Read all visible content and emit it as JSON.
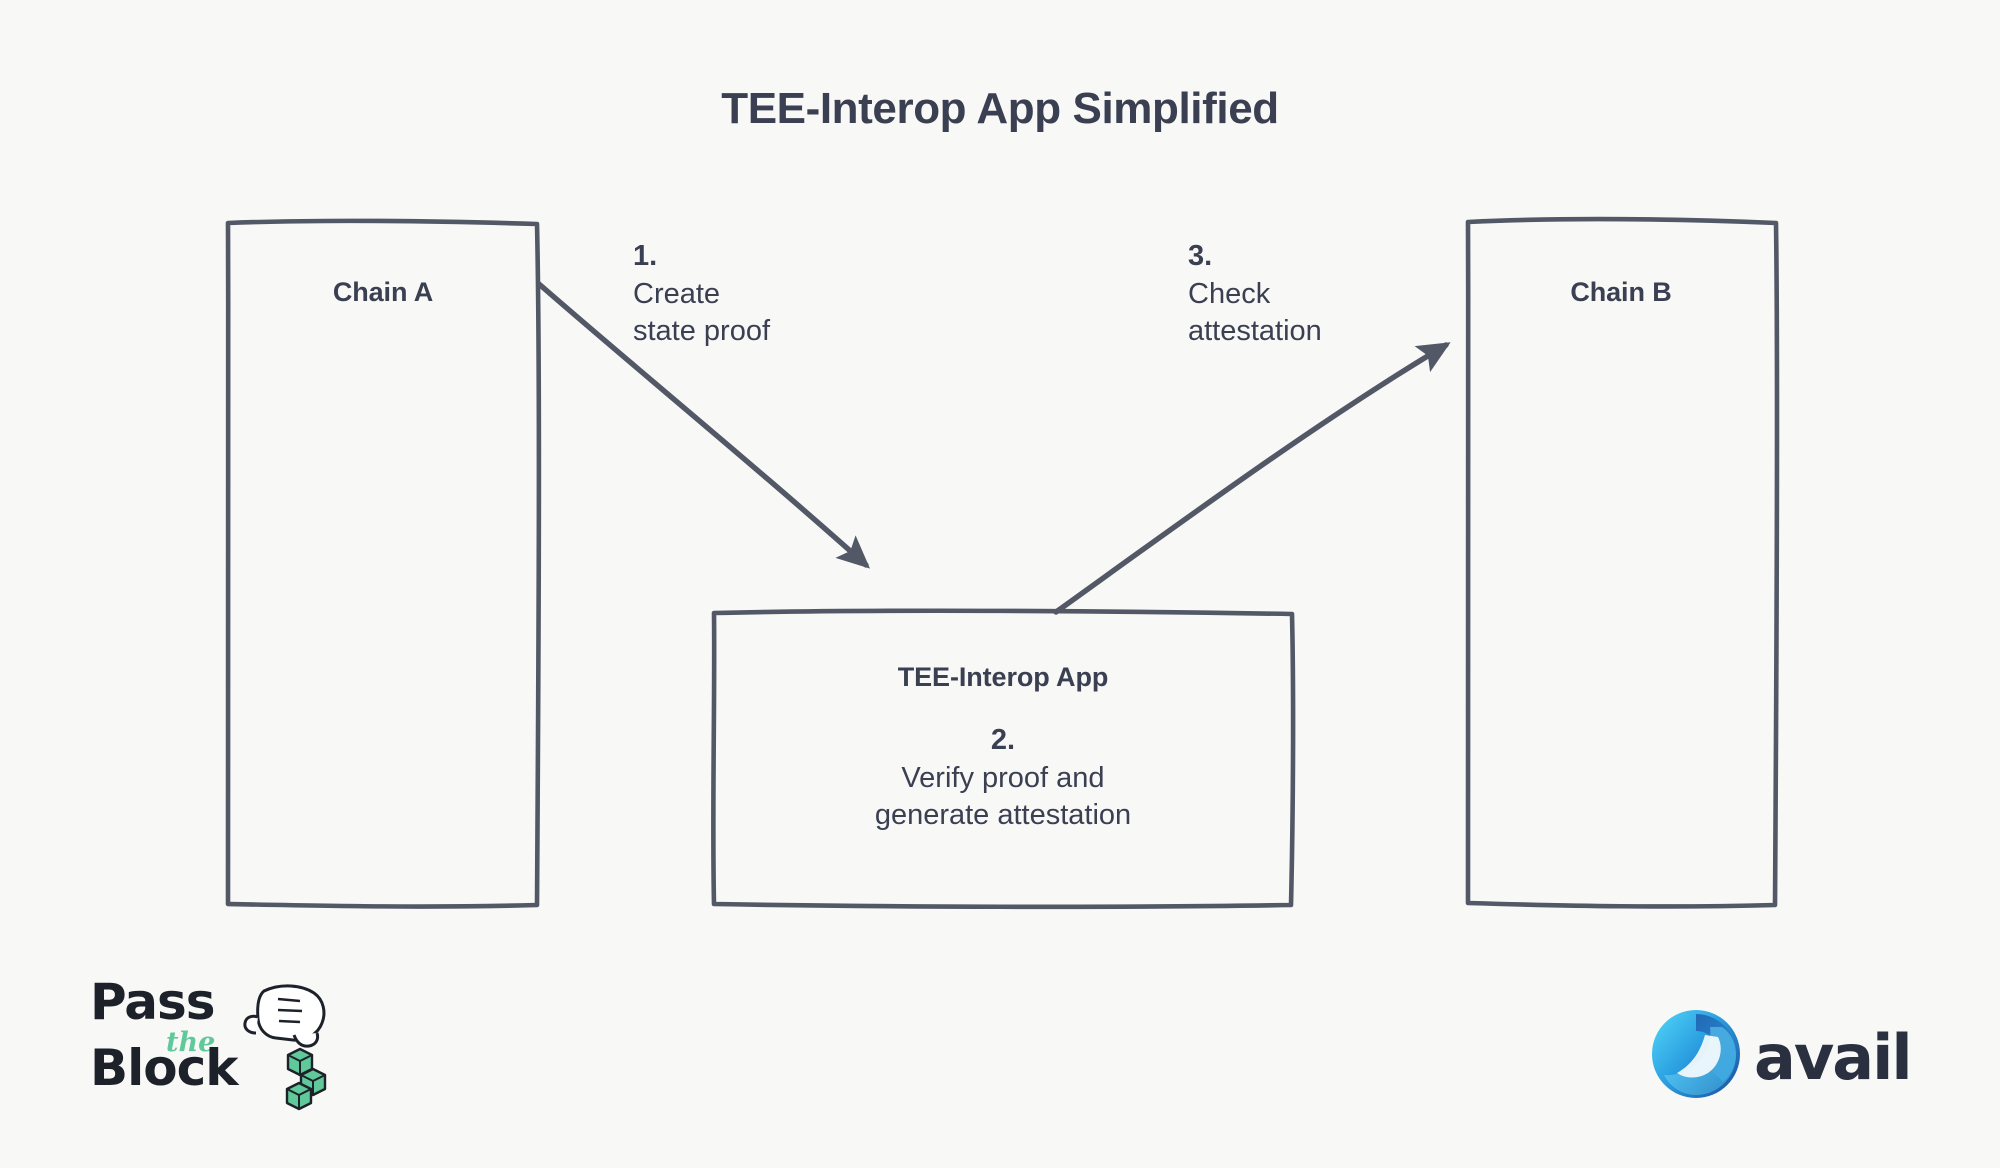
{
  "page": {
    "title": "TEE-Interop App Simplified",
    "background_color": "#f8f8f7",
    "ink_color": "#535867",
    "text_color": "#3a3f51"
  },
  "diagram": {
    "type": "flow",
    "nodes": [
      {
        "id": "chain-a",
        "label": "Chain A"
      },
      {
        "id": "tee-app",
        "label": "TEE-Interop App"
      },
      {
        "id": "chain-b",
        "label": "Chain B"
      }
    ],
    "steps": [
      {
        "id": "step-1",
        "number": "1.",
        "text": "Create\nstate proof",
        "from": "chain-a",
        "to": "tee-app"
      },
      {
        "id": "step-2",
        "number": "2.",
        "text": "Verify proof and\ngenerate attestation",
        "from": "tee-app",
        "to": "tee-app"
      },
      {
        "id": "step-3",
        "number": "3.",
        "text": "Check\nattestation",
        "from": "tee-app",
        "to": "chain-b"
      }
    ]
  },
  "branding": {
    "pass_the_block": {
      "line1": "Pass",
      "script": "the",
      "line2": "Block",
      "ink_color": "#1d2129",
      "accent_color": "#5fc99a"
    },
    "avail": {
      "wordmark": "avail",
      "mark_color_light": "#36c6f4",
      "mark_color_dark": "#1c5fb0",
      "wordmark_color": "#2b3040"
    }
  }
}
